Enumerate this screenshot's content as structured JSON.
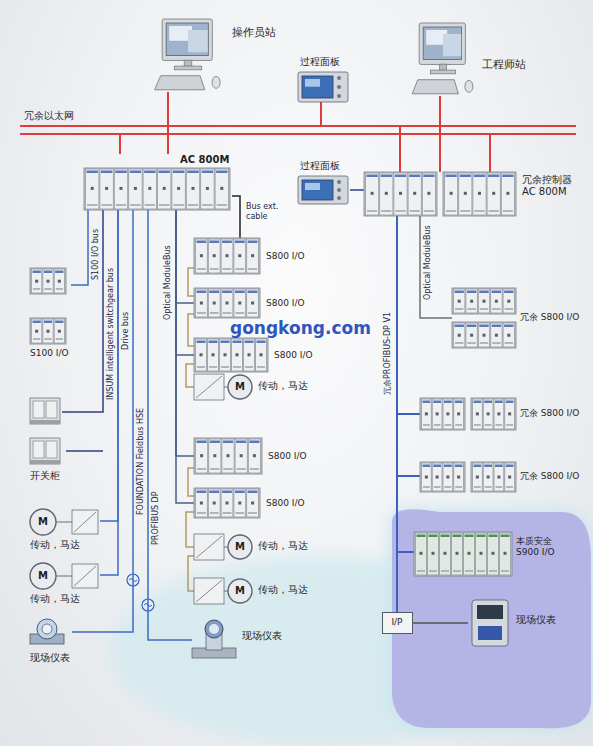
{
  "diagram": {
    "nodes": [
      {
        "text": [
          "操作员站"
        ]
      },
      {
        "text": [
          "过程面板"
        ]
      },
      {
        "text": [
          "工程师站"
        ]
      },
      {
        "text": [
          "AC 800M"
        ]
      },
      {
        "text": [
          "过程面板"
        ]
      },
      {
        "text": [
          "冗余控制器 AC 800M"
        ]
      },
      {
        "text": [
          "S100 I/O"
        ]
      },
      {
        "text": [
          "S800 I/O"
        ]
      },
      {
        "text": [
          "S800 I/O"
        ]
      },
      {
        "text": [
          "S800 I/O"
        ]
      },
      {
        "text": [
          "冗余 S800 I/O"
        ]
      },
      {
        "text": [
          "开关柜"
        ]
      },
      {
        "text": [
          "M",
          "传动，马达"
        ]
      },
      {
        "text": [
          "冗余 S800 I/O"
        ]
      },
      {
        "text": [
          "S800 I/O"
        ]
      },
      {
        "text": [
          "S800 I/O"
        ]
      },
      {
        "text": [
          "冗余 S800 I/O"
        ]
      },
      {
        "text": [
          "M",
          "传动，马达"
        ]
      },
      {
        "text": [
          "M",
          "传动，马达"
        ]
      },
      {
        "text": [
          "本质安全 S900 I/O"
        ]
      },
      {
        "text": [
          "M",
          "传动，马达"
        ]
      },
      {
        "text": [
          "M",
          "传动，马达"
        ]
      },
      {
        "text": [
          "I/P"
        ]
      },
      {
        "text": [
          "现场仪表"
        ]
      },
      {
        "text": [
          "现场仪表"
        ]
      },
      {
        "text": [
          "现场仪表"
        ]
      }
    ],
    "edges": [
      {
        "from": 0,
        "to": 3,
        "arrow": "none"
      },
      {
        "from": 1,
        "to": 5,
        "arrow": "none"
      },
      {
        "from": 2,
        "to": 5,
        "arrow": "none"
      },
      {
        "from": 3,
        "to": 5,
        "arrow": "none"
      },
      {
        "from": 4,
        "to": 5,
        "arrow": "none"
      },
      {
        "from": 3,
        "to": 6,
        "arrow": "none"
      },
      {
        "from": 3,
        "to": 11,
        "arrow": "none"
      },
      {
        "from": 3,
        "to": 17,
        "arrow": "none"
      },
      {
        "from": 3,
        "to": 20,
        "arrow": "none"
      },
      {
        "from": 3,
        "to": 25,
        "arrow": "none"
      },
      {
        "from": 3,
        "to": 24,
        "arrow": "none"
      },
      {
        "from": 3,
        "to": 7,
        "arrow": "none"
      },
      {
        "from": 3,
        "to": 8,
        "arrow": "none"
      },
      {
        "from": 3,
        "to": 9,
        "arrow": "none"
      },
      {
        "from": 3,
        "to": 14,
        "arrow": "none"
      },
      {
        "from": 3,
        "to": 15,
        "arrow": "none"
      },
      {
        "from": 7,
        "to": 8,
        "arrow": "none"
      },
      {
        "from": 8,
        "to": 9,
        "arrow": "none"
      },
      {
        "from": 9,
        "to": 12,
        "arrow": "none"
      },
      {
        "from": 14,
        "to": 15,
        "arrow": "none"
      },
      {
        "from": 15,
        "to": 18,
        "arrow": "none"
      },
      {
        "from": 18,
        "to": 21,
        "arrow": "none"
      },
      {
        "from": 5,
        "to": 10,
        "arrow": "none"
      },
      {
        "from": 5,
        "to": 13,
        "arrow": "none"
      },
      {
        "from": 5,
        "to": 16,
        "arrow": "none"
      },
      {
        "from": 5,
        "to": 19,
        "arrow": "none"
      },
      {
        "from": 5,
        "to": 22,
        "arrow": "none"
      },
      {
        "from": 22,
        "to": 23,
        "arrow": "none"
      }
    ],
    "labels": [
      "冗余以太网",
      "Bus ext. cable",
      "S100 I/O bus",
      "INSUM intelligent switchgear bus",
      "Drive bus",
      "FOUNDATION Fieldbus HSE",
      "PROFIBUS DP",
      "Optical ModuleBus",
      "冗余PROFIBUS-DP V1",
      "Optical ModuleBus",
      "gongkong.com"
    ]
  }
}
